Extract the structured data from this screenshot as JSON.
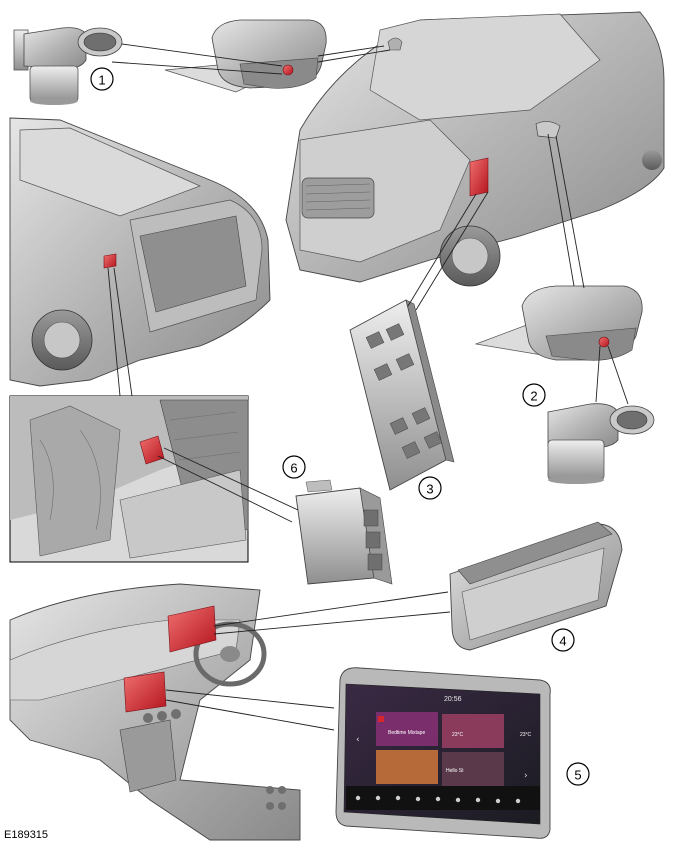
{
  "figure_id": "E189315",
  "callouts": [
    "1",
    "2",
    "3",
    "4",
    "5",
    "6"
  ],
  "touchscreen": {
    "clock": "20:56",
    "tile_1": "Bedtime Mixtape",
    "tile_2": "23°C",
    "tile_3": "Hello St",
    "tile_4": "23°C"
  },
  "colors": {
    "highlight": "#d7262e",
    "body_gray": "#b9b9b9",
    "body_dark": "#7d7d7d",
    "line": "#222222"
  }
}
